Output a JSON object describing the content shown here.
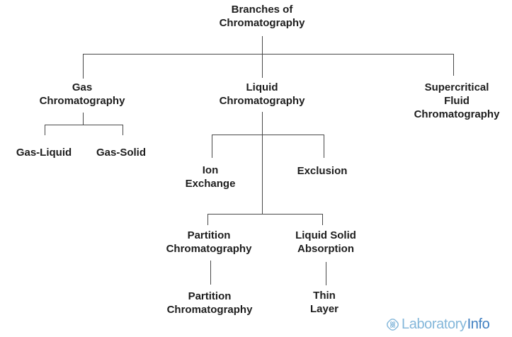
{
  "colors": {
    "line": "#484848",
    "text": "#1d1d1d",
    "background": "#ffffff",
    "logo_primary": "#84b7da",
    "logo_secondary": "#3f7fc1"
  },
  "diagram": {
    "title": "Branches of\nChromatography",
    "nodes": {
      "gas": "Gas\nChromatography",
      "liquid": "Liquid\nChromatography",
      "supercritical": "Supercritical\nFluid\nChromatography",
      "gas_liquid": "Gas-Liquid",
      "gas_solid": "Gas-Solid",
      "ion_exchange": "Ion\nExchange",
      "exclusion": "Exclusion",
      "partition_mid": "Partition\nChromatography",
      "liquid_solid": "Liquid Solid\nAbsorption",
      "partition_leaf": "Partition\nChromatography",
      "thin_layer": "Thin\nLayer"
    }
  },
  "watermark": {
    "brand_first": "Laboratory",
    "brand_second": "Info",
    "icon": "atom-clover-icon"
  }
}
